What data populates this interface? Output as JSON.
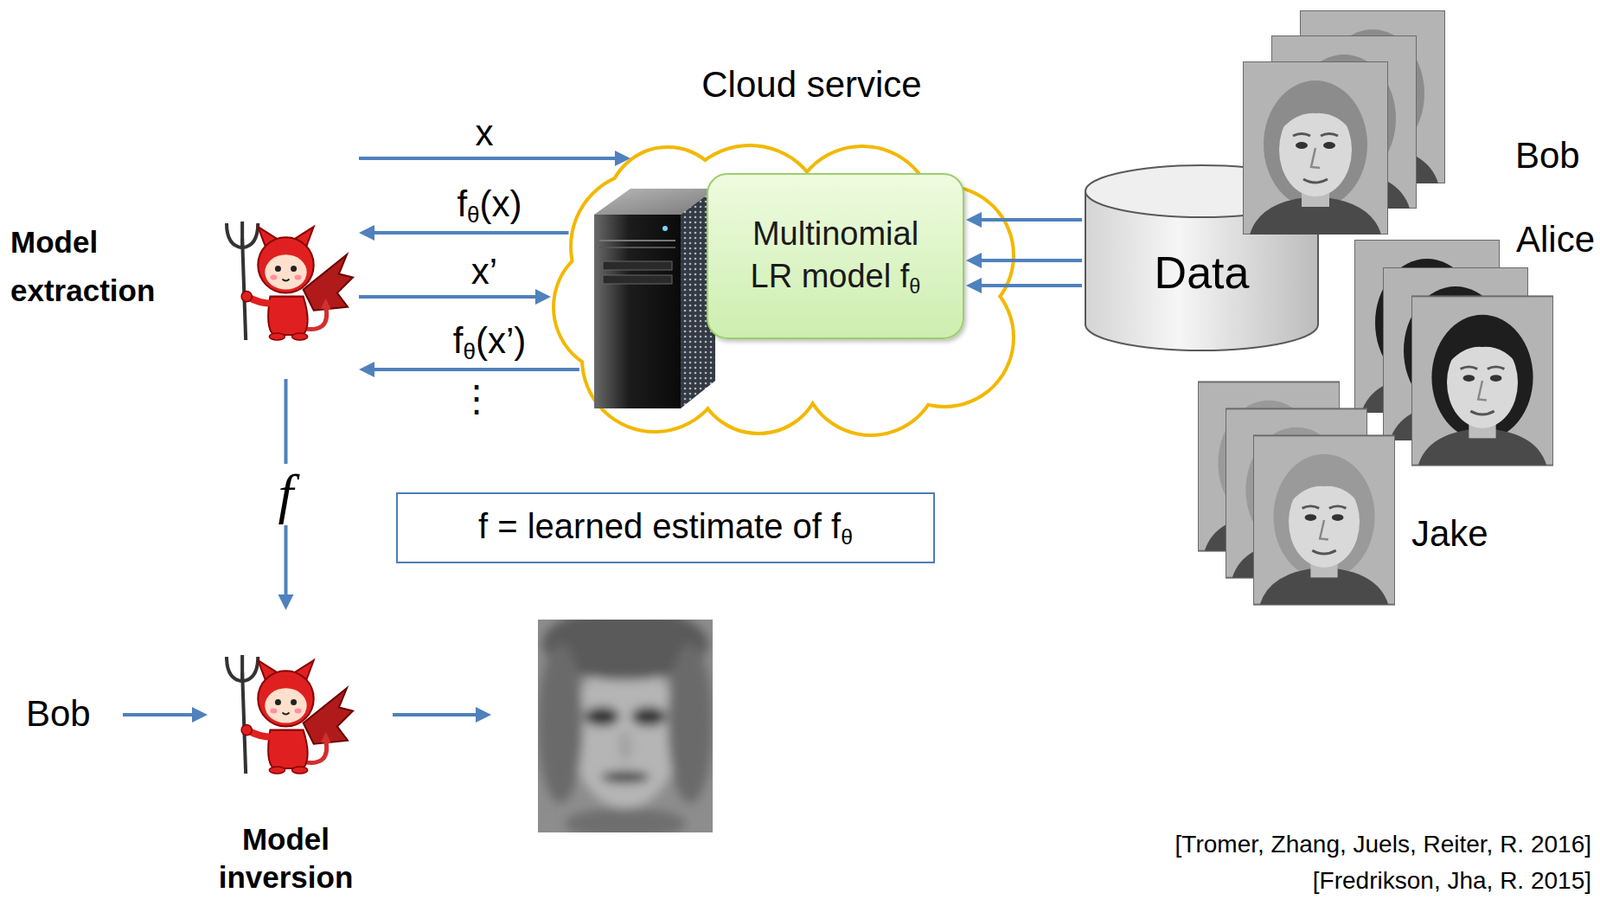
{
  "diagram": {
    "nodes": [
      {
        "text": [
          "Cloud service"
        ]
      },
      {
        "text": [
          "Multinomial LR model fθ"
        ],
        "in": 0
      },
      {
        "text": [
          "Data"
        ]
      },
      {
        "text": [
          "Model extraction"
        ]
      },
      {
        "text": [
          "Model inversion"
        ]
      },
      {
        "text": [
          "f = learned estimate of fθ"
        ]
      }
    ],
    "edges": [
      {
        "from": 3,
        "to": 0,
        "label": "x",
        "arrow": "to"
      },
      {
        "from": 0,
        "to": 3,
        "label": "fθ(x)",
        "arrow": "to"
      },
      {
        "from": 3,
        "to": 0,
        "label": "x’",
        "arrow": "to"
      },
      {
        "from": 0,
        "to": 3,
        "label": "fθ(x’)",
        "arrow": "to"
      },
      {
        "from": 2,
        "to": 1,
        "arrow": "to"
      },
      {
        "from": 2,
        "to": 1,
        "arrow": "to"
      },
      {
        "from": 2,
        "to": 1,
        "arrow": "to"
      },
      {
        "from": 3,
        "to": 4,
        "label": "f",
        "arrow": "to"
      }
    ],
    "labels": [
      "⋮",
      "Bob",
      "Alice",
      "Jake",
      "Bob",
      "[Tromer, Zhang, Juels, Reiter, R. 2016]",
      "[Fredrikson, Jha, R. 2015]"
    ]
  }
}
